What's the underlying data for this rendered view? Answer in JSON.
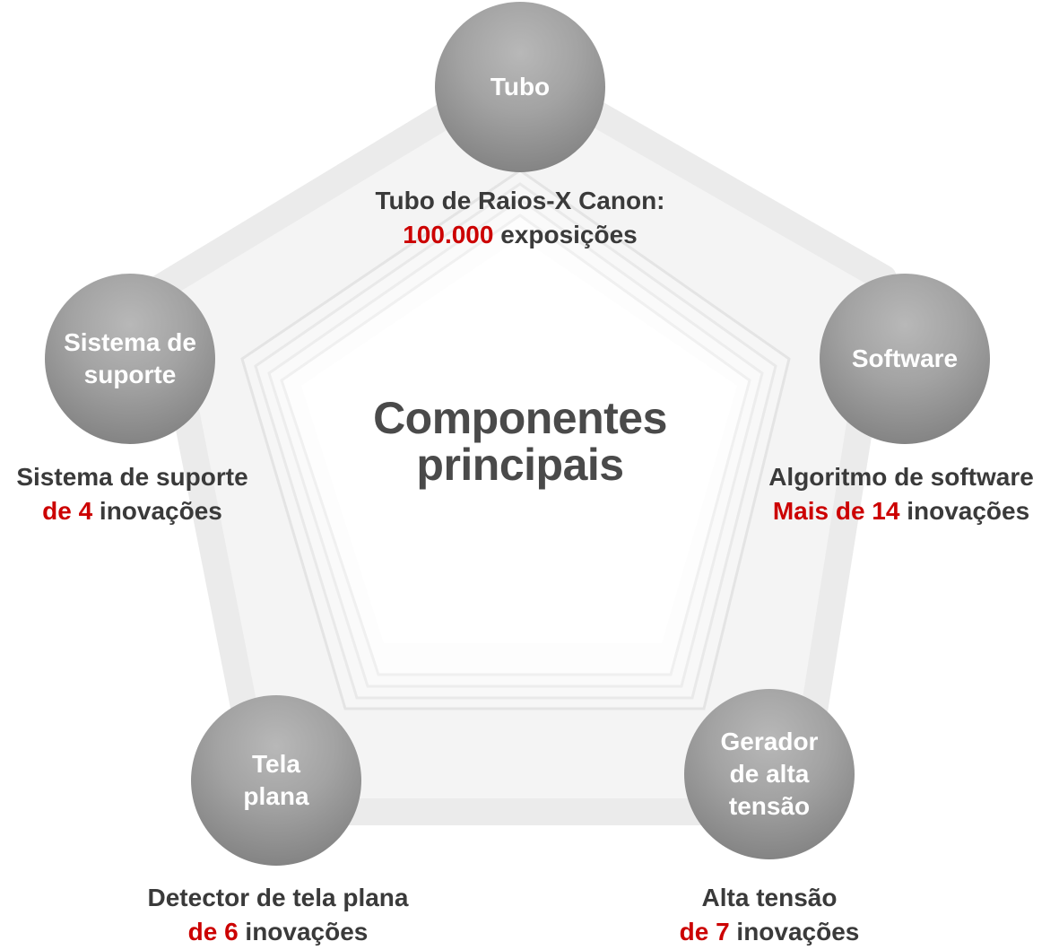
{
  "diagram": {
    "center_title": [
      "Componentes",
      "principais"
    ],
    "accent_color": "#cc0000",
    "nodes": [
      {
        "label": "Tubo",
        "desc_line1": "Tubo de Raios-X Canon:",
        "desc_highlight": "100.000",
        "desc_rest": " exposições"
      },
      {
        "label": "Software",
        "desc_line1": "Algoritmo de software",
        "desc_highlight": "Mais de 14",
        "desc_rest": " inovações"
      },
      {
        "label": "Gerador\nde alta\ntensão",
        "desc_line1": "Alta tensão",
        "desc_highlight": "de 7",
        "desc_rest": " inovações"
      },
      {
        "label": "Tela\nplana",
        "desc_line1": "Detector de tela plana",
        "desc_highlight": "de 6",
        "desc_rest": " inovações"
      },
      {
        "label": "Sistema de\nsuporte",
        "desc_line1": "Sistema de suporte",
        "desc_highlight": "de 4",
        "desc_rest": " inovações"
      }
    ]
  }
}
